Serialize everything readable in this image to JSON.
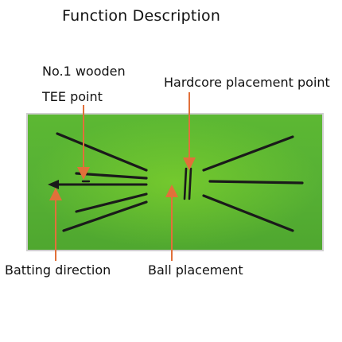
{
  "title": "Function Description",
  "labels": {
    "tee_line1": "No.1 wooden",
    "tee_line2": "TEE point",
    "hardcore": "Hardcore placement point",
    "batting": "Batting direction",
    "ball": "Ball placement"
  },
  "colors": {
    "mat_green": "#56b034",
    "line_dark": "#1a1a1a",
    "arrow_orange": "#e2703a"
  }
}
